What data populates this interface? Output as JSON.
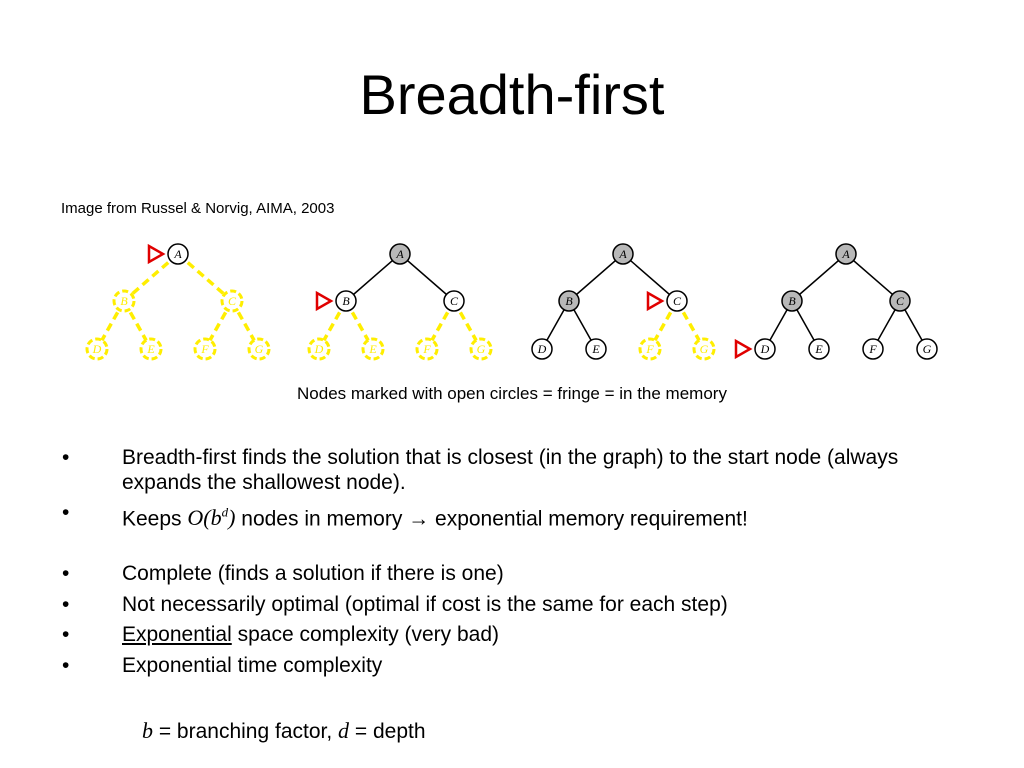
{
  "slide": {
    "title": "Breadth-first",
    "credit": "Image from Russel & Norvig, AIMA, 2003",
    "caption": "Nodes marked with open circles = fringe = in the memory"
  },
  "trees": {
    "node_labels": [
      "A",
      "B",
      "C",
      "D",
      "E",
      "F",
      "G"
    ],
    "colors": {
      "fringe": "#ffee00",
      "expanded": "#b8b8b8",
      "visited": "#ffffff",
      "marker": "#e00000"
    },
    "steps": [
      {
        "A": "visited",
        "B": "fringe",
        "C": "fringe",
        "D": "fringe",
        "E": "fringe",
        "F": "fringe",
        "G": "fringe",
        "marker": "A"
      },
      {
        "A": "expanded",
        "B": "visited",
        "C": "visited",
        "D": "fringe",
        "E": "fringe",
        "F": "fringe",
        "G": "fringe",
        "marker": "B"
      },
      {
        "A": "expanded",
        "B": "expanded",
        "C": "visited",
        "D": "visited",
        "E": "visited",
        "F": "fringe",
        "G": "fringe",
        "marker": "C"
      },
      {
        "A": "expanded",
        "B": "expanded",
        "C": "expanded",
        "D": "visited",
        "E": "visited",
        "F": "visited",
        "G": "visited",
        "marker": "D"
      }
    ]
  },
  "bullets": [
    {
      "symbol": "•",
      "text": "Breadth-first finds the solution that is closest (in the graph) to the start node (always expands the shallowest node)."
    },
    {
      "symbol": "•",
      "pre": "Keeps ",
      "math_prefix": "O(b",
      "math_sup": "d",
      "math_suffix": ")",
      "post": " nodes in memory → exponential memory requirement!"
    },
    {
      "symbol": "•",
      "text": "Complete (finds a solution if there is one)"
    },
    {
      "symbol": "•",
      "text": "Not necessarily optimal (optimal if cost is the same for each step)"
    },
    {
      "symbol": "•",
      "underlined": "Exponential",
      "text": " space complexity (very bad)"
    },
    {
      "symbol": "•",
      "text": "Exponential time complexity"
    }
  ],
  "footer": {
    "b": "b",
    "b_text": " = branching factor, ",
    "d": "d",
    "d_text": " = depth"
  }
}
